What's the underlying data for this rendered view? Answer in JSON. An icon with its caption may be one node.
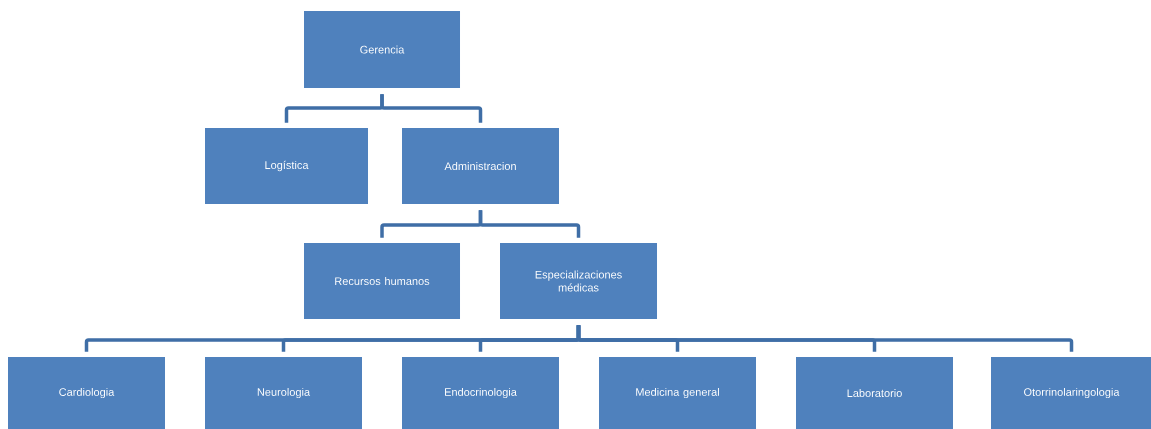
{
  "diagram": {
    "nodes": [
      {
        "text": [
          "Gerencia"
        ]
      },
      {
        "text": [
          "Logística"
        ]
      },
      {
        "text": [
          "Administracion"
        ]
      },
      {
        "text": [
          "Recursos humanos"
        ]
      },
      {
        "text": [
          "Especializaciones médicas"
        ]
      },
      {
        "text": [
          "Cardiologia"
        ]
      },
      {
        "text": [
          "Neurologia"
        ]
      },
      {
        "text": [
          "Endocrinologia"
        ]
      },
      {
        "text": [
          "Medicina general"
        ]
      },
      {
        "text": [
          "Laboratorio"
        ]
      },
      {
        "text": [
          "Otorrinolaringologia"
        ]
      }
    ],
    "edges": [
      {
        "from": 0,
        "to": 1,
        "arrow": "none"
      },
      {
        "from": 0,
        "to": 2,
        "arrow": "none"
      },
      {
        "from": 2,
        "to": 3,
        "arrow": "none"
      },
      {
        "from": 2,
        "to": 4,
        "arrow": "none"
      },
      {
        "from": 4,
        "to": 5,
        "arrow": "none"
      },
      {
        "from": 4,
        "to": 6,
        "arrow": "none"
      },
      {
        "from": 4,
        "to": 7,
        "arrow": "none"
      },
      {
        "from": 4,
        "to": 8,
        "arrow": "none"
      },
      {
        "from": 4,
        "to": 9,
        "arrow": "none"
      },
      {
        "from": 4,
        "to": 10,
        "arrow": "none"
      }
    ]
  }
}
